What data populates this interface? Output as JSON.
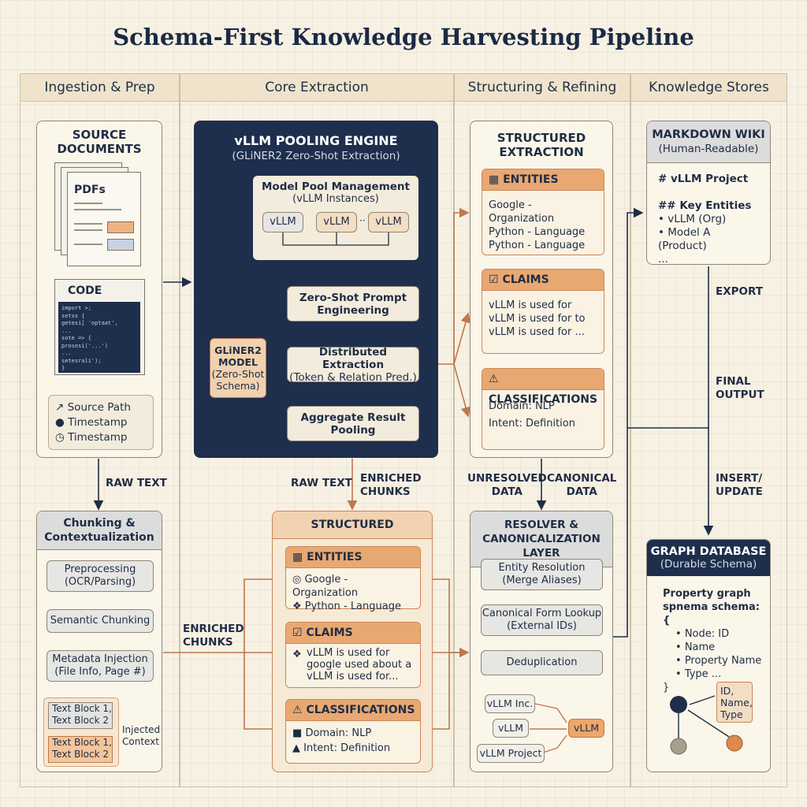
{
  "title": "Schema-First Knowledge Harvesting Pipeline",
  "columns": [
    "Ingestion & Prep",
    "Core Extraction",
    "Structuring & Refining",
    "Knowledge Stores"
  ],
  "source": {
    "title_l1": "SOURCE",
    "title_l2": "DOCUMENTS",
    "pdfs": "PDFs",
    "code": "CODE",
    "code_lines": [
      "import >;",
      "setss {",
      "  getesi[ 'optaat',",
      "  ...",
      "  sote => {",
      "    prosesi('...')",
      "  ...",
      "  setesrali');",
      "}"
    ],
    "meta": [
      "Source Path",
      "Timestamp",
      "Timestamp"
    ]
  },
  "chunking": {
    "title_l1": "Chunking &",
    "title_l2": "Contextualization",
    "steps": [
      [
        "Preprocessing",
        "(OCR/Parsing)"
      ],
      [
        "Semantic Chunking"
      ],
      [
        "Metadata Injection",
        "(File Info, Page #)"
      ]
    ],
    "block1": [
      "Text Block 1,",
      "Text Block 2"
    ],
    "block2": [
      "Text Block 1,",
      "Text Block 2"
    ],
    "injected": [
      "Injected",
      "Context"
    ]
  },
  "engine": {
    "title": "vLLM POOLING ENGINE",
    "subtitle": "(GLiNER2 Zero-Shot Extraction)",
    "pool_title": "Model Pool Management",
    "pool_sub": "(vLLM Instances)",
    "instances": [
      "vLLM",
      "vLLM",
      "vLLM"
    ],
    "instance_gap": "··",
    "gliner": [
      "GLiNER2",
      "MODEL",
      "(Zero-Shot",
      "Schema)"
    ],
    "steps": [
      [
        "Zero-Shot Prompt",
        "Engineering"
      ],
      [
        "Distributed Extraction",
        "(Token & Relation Pred.)"
      ],
      [
        "Aggregate Result",
        "Pooling"
      ]
    ]
  },
  "mid_extraction": {
    "title": "STRUCTURED EXTRACTION",
    "entities_h": "ENTITIES",
    "entities": [
      "Google - Organization",
      "Python - Language"
    ],
    "claims_h": "CLAIMS",
    "claims": [
      "vLLM is used for",
      "google used about a",
      "vLLM is used for..."
    ],
    "class_h": "CLASSIFICATIONS",
    "classes": [
      "Domain: NLP",
      "Intent: Definition"
    ]
  },
  "right_extraction": {
    "title_l1": "STRUCTURED",
    "title_l2": "EXTRACTION",
    "entities_h": "ENTITIES",
    "entities": [
      "Google - Organization",
      "Python - Language",
      "Python - Language"
    ],
    "claims_h": "CLAIMS",
    "claims": [
      "vLLM is used for",
      "vLLM is used for to",
      "vLLM is used for ..."
    ],
    "class_h": "CLASSIFICATIONS",
    "classes": [
      "Domain: NLP",
      "Intent: Definition"
    ]
  },
  "resolver": {
    "title_l1": "RESOLVER &",
    "title_l2": "CANONICALIZATION LAYER",
    "steps": [
      [
        "Entity Resolution",
        "(Merge Aliases)"
      ],
      [
        "Canonical Form Lookup",
        "(External IDs)"
      ],
      [
        "Deduplication"
      ]
    ],
    "aliases": [
      "vLLM Inc.",
      "vLLM",
      "vLLM Project"
    ],
    "canonical": "vLLM"
  },
  "wiki": {
    "title": "MARKDOWN WIKI",
    "subtitle": "(Human-Readable)",
    "h1": "# vLLM Project",
    "h2": "## Key Entities",
    "items": [
      "vLLM (Org)",
      "Model A (Product)"
    ],
    "more": "..."
  },
  "graph": {
    "title": "GRAPH DATABASE",
    "subtitle": "(Durable Schema)",
    "line1": "Property graph",
    "line2": "spnema schema: {",
    "items": [
      "Node: ID",
      "Name",
      "Property Name",
      "Type ..."
    ],
    "close": "}",
    "node_label": [
      "ID,",
      "Name,",
      "Type"
    ]
  },
  "labels": {
    "raw_text_1": "RAW TEXT",
    "raw_text_2": "RAW TEXT",
    "enriched_1": [
      "ENRICHED",
      "CHUNKS"
    ],
    "enriched_2": [
      "ENRICHED",
      "CHUNKS"
    ],
    "unresolved": [
      "UNRESOLVED",
      "DATA"
    ],
    "canonical": [
      "CANONICAL",
      "DATA"
    ],
    "export": "EXPORT",
    "final": [
      "FINAL",
      "OUTPUT"
    ],
    "insert": [
      "INSERT/",
      "UPDATE"
    ]
  },
  "colors": {
    "navy": "#1e2e4d",
    "orange": "#e9a872",
    "orange_line": "#c0784a",
    "cream": "#f7f1e4"
  }
}
